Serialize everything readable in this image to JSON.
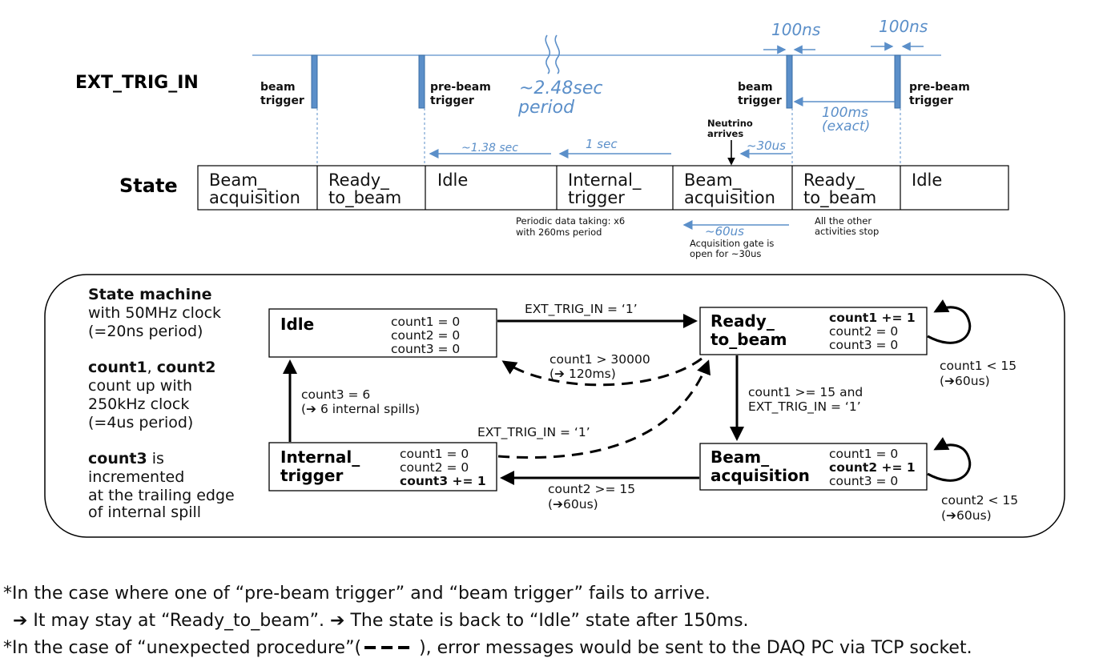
{
  "timing": {
    "signal_label": "EXT_TRIG_IN",
    "state_label": "State",
    "trig1": [
      "beam",
      "trigger"
    ],
    "trig2": [
      "pre-beam",
      "trigger"
    ],
    "trig3": [
      "beam",
      "trigger"
    ],
    "trig4": [
      "pre-beam",
      "trigger"
    ],
    "period": [
      "~2.48sec",
      "period"
    ],
    "pulse1_width": "100ns",
    "pulse2_width": "100ns",
    "gap_100ms": [
      "100ms",
      "(exact)"
    ],
    "arr_138": "~1.38 sec",
    "arr_1sec": "1 sec",
    "arr_30us": "~30us",
    "neutrino": [
      "Neutrino",
      "arrives"
    ],
    "arr_60us": "~60us",
    "note_periodic": [
      "Periodic data taking: x6",
      "with 260ms period"
    ],
    "note_gate": [
      "Acquisition gate is",
      "open for ~30us"
    ],
    "note_stop": [
      "All the other",
      "activities stop"
    ],
    "states": [
      [
        "Beam_",
        "acquisition"
      ],
      [
        "Ready_",
        "to_beam"
      ],
      [
        "Idle",
        ""
      ],
      [
        "Internal_",
        "trigger"
      ],
      [
        "Beam_",
        "acquisition"
      ],
      [
        "Ready_",
        "to_beam"
      ],
      [
        "Idle",
        ""
      ]
    ]
  },
  "fsm": {
    "desc1": [
      "State machine",
      "with 50MHz clock",
      "(=20ns period)"
    ],
    "desc2_bold_a": "count1",
    "desc2_sep": ", ",
    "desc2_bold_b": "count2",
    "desc2": [
      "count up with",
      "250kHz clock",
      "(=4us period)"
    ],
    "desc3_bold": "count3",
    "desc3_tail": " is",
    "desc3": [
      "incremented",
      "at the trailing edge",
      "of internal spill"
    ],
    "idle": {
      "title": "Idle",
      "lines": [
        "count1 = 0",
        "count2 = 0",
        "count3 = 0"
      ]
    },
    "ready": {
      "title": [
        "Ready_",
        "to_beam"
      ],
      "lines": [
        "count1 += 1",
        "count2 = 0",
        "count3 = 0"
      ]
    },
    "internal": {
      "title": [
        "Internal_",
        "trigger"
      ],
      "lines": [
        "count1 = 0",
        "count2 = 0",
        "count3 += 1"
      ]
    },
    "beam": {
      "title": [
        "Beam_",
        "acquisition"
      ],
      "lines": [
        "count1 = 0",
        "count2 += 1",
        "count3 = 0"
      ]
    },
    "t_idle_ready": "EXT_TRIG_IN = ‘1’",
    "t_ready_idle": [
      "count1 > 30000",
      "(➔ 120ms)"
    ],
    "t_internal_idle": [
      "count3 = 6",
      "(➔ 6 internal spills)"
    ],
    "t_internal_ready": "EXT_TRIG_IN = ‘1’",
    "t_ready_beam": [
      "count1 >= 15  and",
      "EXT_TRIG_IN = ‘1’"
    ],
    "t_beam_internal": [
      "count2 >= 15",
      "(➔60us)"
    ],
    "t_ready_self": [
      "count1 < 15",
      "(➔60us)"
    ],
    "t_beam_self": [
      "count2 < 15",
      "(➔60us)"
    ]
  },
  "notes": {
    "line1": "*In the case where one of “pre-beam trigger” and “beam trigger” fails to arrive.",
    "line2": "➔ It may stay at “Ready_to_beam”. ➔ The state is back to “Idle” state after 150ms.",
    "line3a": "*In the case of “unexpected procedure”(",
    "line3b": "), error messages would be sent to the DAQ PC via TCP socket."
  }
}
